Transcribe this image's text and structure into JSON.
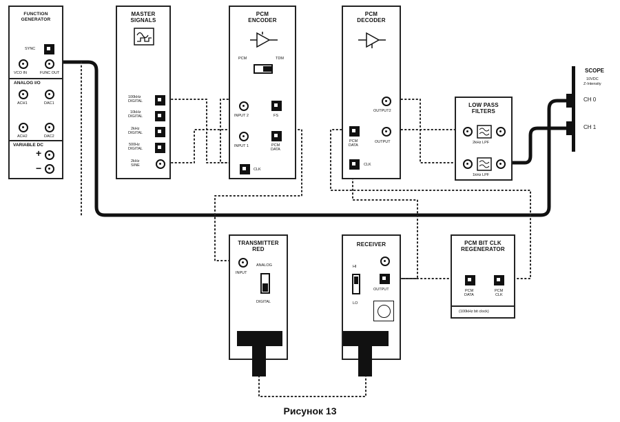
{
  "modules": {
    "function_generator": {
      "title_l1": "FUNCTION",
      "title_l2": "GENERATOR",
      "sync": "SYNC",
      "vco_in": "VCO IN",
      "func_out": "FUNC OUT",
      "analog_io": "ANALOG I/O",
      "ach1": "ACH1",
      "dac1": "DAC1",
      "ach2": "ACH2",
      "dac2": "DAC2",
      "variable_dc": "VARIABLE DC",
      "plus": "+",
      "minus": "−"
    },
    "master_signals": {
      "title_l1": "MASTER",
      "title_l2": "SIGNALS",
      "out1_l1": "100kHz",
      "out1_l2": "DIGITAL",
      "out2_l1": "10kHz",
      "out2_l2": "DIGITAL",
      "out3_l1": "2kHz",
      "out3_l2": "DIGITAL",
      "out4_l1": "500Hz",
      "out4_l2": "DIGITAL",
      "out5_l1": "2kHz",
      "out5_l2": "SINE"
    },
    "pcm_encoder": {
      "title_l1": "PCM",
      "title_l2": "ENCODER",
      "pcm": "PCM",
      "tdm": "TDM",
      "input2": "INPUT 2",
      "fs": "FS",
      "input1": "INPUT 1",
      "pcm_data_l1": "PCM",
      "pcm_data_l2": "DATA",
      "clk": "CLK"
    },
    "pcm_decoder": {
      "title_l1": "PCM",
      "title_l2": "DECODER",
      "output2": "OUTPUT2",
      "pcm_data_l1": "PCM",
      "pcm_data_l2": "DATA",
      "output": "OUTPUT",
      "clk": "CLK"
    },
    "low_pass_filters": {
      "title_l1": "LOW PASS",
      "title_l2": "FILTERS",
      "lpf1": "2kHz LPF",
      "lpf2": "1kHz LPF"
    },
    "scope": {
      "title": "SCOPE",
      "sub1": "10VDC",
      "sub2": "Z-Intensity",
      "ch0": "CH 0",
      "ch1": "CH 1"
    },
    "transmitter": {
      "title_l1": "TRANSMITTER",
      "title_l2": "RED",
      "input": "INPUT",
      "analog": "ANALOG",
      "digital": "DIGITAL"
    },
    "receiver": {
      "title": "RECEIVER",
      "hi": "HI",
      "lo": "LO",
      "output": "OUTPUT"
    },
    "bit_clk": {
      "title_l1": "PCM BIT CLK",
      "title_l2": "REGENERATOR",
      "pcm_data_l1": "PCM",
      "pcm_data_l2": "DATA",
      "pcm_clk_l1": "PCM",
      "pcm_clk_l2": "CLK",
      "note": "(100kHz bit clock)"
    }
  },
  "caption": "Рисунок 13",
  "colors": {
    "ink": "#111111",
    "background": "#ffffff"
  }
}
